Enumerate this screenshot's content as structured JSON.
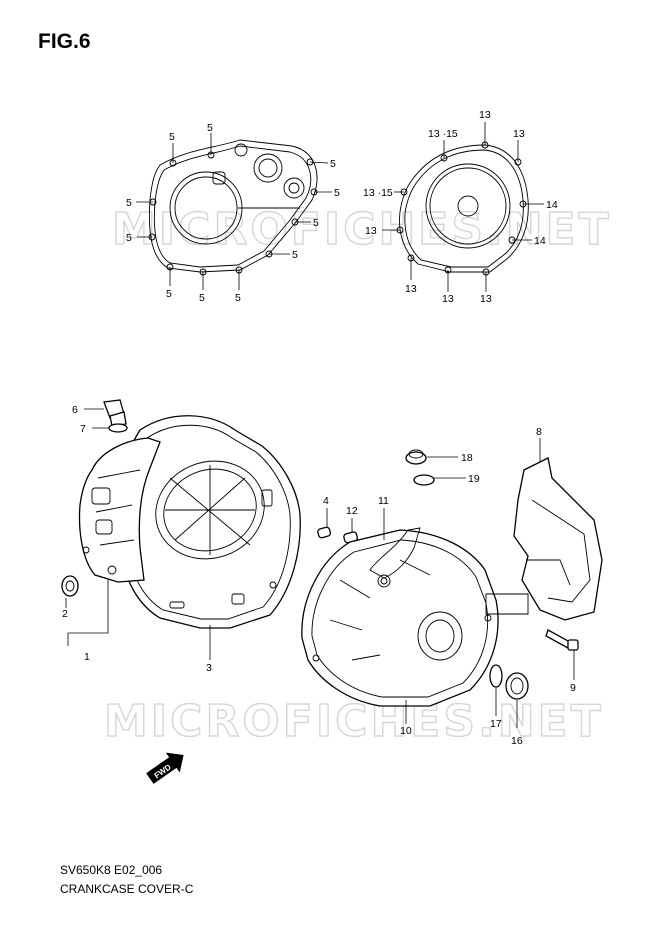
{
  "figure": {
    "title": "FIG.6",
    "model_code": "SV650K8 E02_006",
    "diagram_title": "CRANKCASE COVER-C",
    "watermark": "MICROFICHES.NET"
  },
  "callouts": {
    "c1": "1",
    "c2": "2",
    "c3": "3",
    "c4": "4",
    "c5": "5",
    "c6": "6",
    "c7": "7",
    "c8": "8",
    "c9": "9",
    "c10": "10",
    "c11": "11",
    "c12": "12",
    "c13": "13",
    "c13_15": "13 ·15",
    "c14": "14",
    "c16": "16",
    "c17": "17",
    "c18": "18",
    "c19": "19"
  },
  "fwd_label": "FWD"
}
